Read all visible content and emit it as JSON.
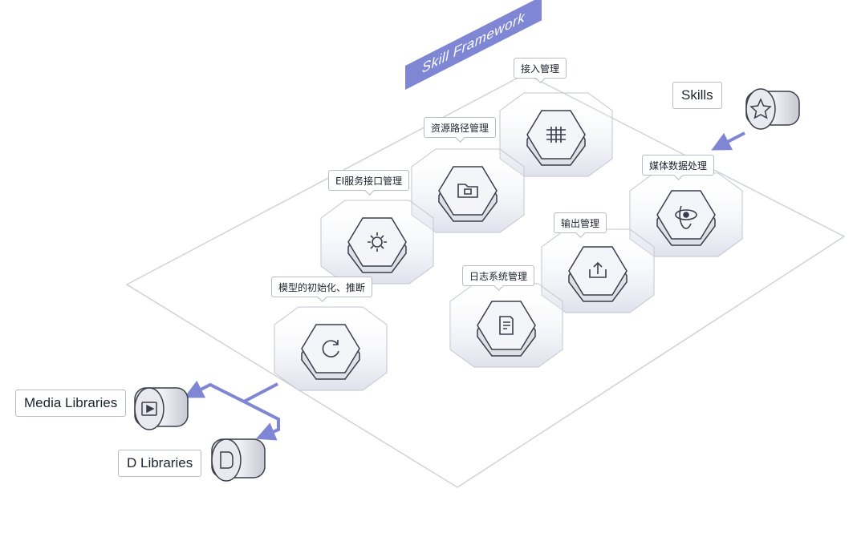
{
  "framework": {
    "title": "Skill Framework"
  },
  "modules": [
    {
      "id": "access",
      "label": "接入管理",
      "icon": "grid-network-icon"
    },
    {
      "id": "resource",
      "label": "资源路径管理",
      "icon": "folder-icon"
    },
    {
      "id": "ei",
      "label": "EI服务接口管理",
      "icon": "gear-icon"
    },
    {
      "id": "media",
      "label": "媒体数据处理",
      "icon": "orbit-icon"
    },
    {
      "id": "output",
      "label": "输出管理",
      "icon": "export-arrow-icon"
    },
    {
      "id": "log",
      "label": "日志系统管理",
      "icon": "log-file-icon"
    },
    {
      "id": "model",
      "label": "模型的初始化、推断",
      "icon": "refresh-icon"
    }
  ],
  "stores": [
    {
      "id": "skills",
      "label": "Skills",
      "icon": "star-icon"
    },
    {
      "id": "media_libraries",
      "label": "Media Libraries",
      "icon": "video-icon"
    },
    {
      "id": "d_libraries",
      "label": "D Libraries",
      "icon": "document-icon"
    }
  ],
  "colors": {
    "accent": "#7f86d4",
    "line": "#c3c6cf",
    "dark": "#3a3e4c"
  }
}
